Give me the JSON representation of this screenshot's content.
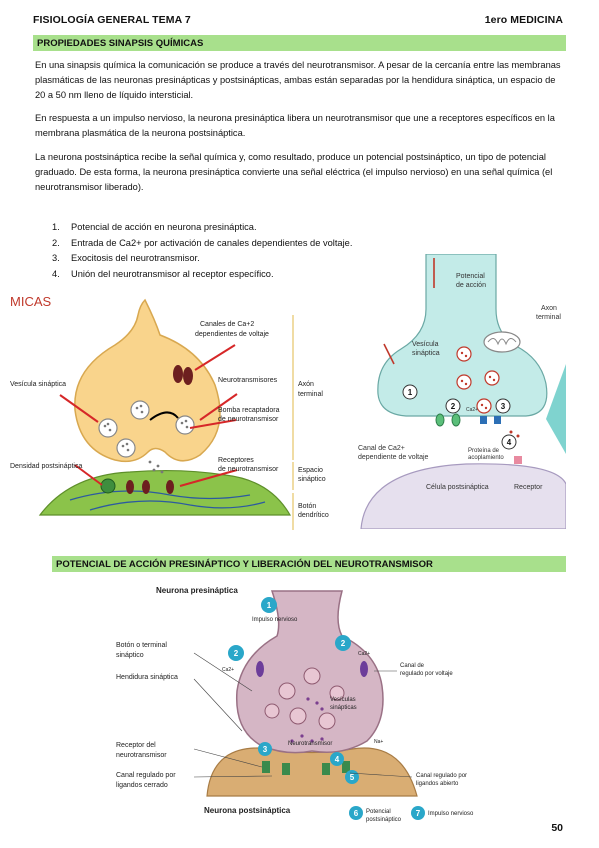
{
  "header": {
    "left": "FISIOLOGÍA GENERAL TEMA 7",
    "right": "1ero MEDICINA"
  },
  "section1": {
    "title": "PROPIEDADES SINAPSIS QUÍMICAS",
    "paragraphs": [
      "En una sinapsis química la comunicación se produce a través del neurotransmisor. A pesar de la cercanía entre las membranas plasmáticas de las neuronas presinápticas y postsinápticas, ambas están separadas por la hendidura sináptica, un espacio de 20 a 50 nm lleno de líquido intersticial.",
      "En respuesta a un impulso nervioso, la neurona presináptica libera un neurotransmisor que une a receptores específicos en la membrana plasmática de la neurona postsináptica.",
      "La neurona postsináptica recibe la señal química y, como resultado, produce un potencial postsináptico, un tipo de potencial graduado. De esta forma, la neurona presináptica convierte una señal eléctrica (el impulso nervioso) en una señal química (el neurotransmisor liberado)."
    ],
    "steps": [
      {
        "num": "1.",
        "text": "Potencial de acción en neurona presináptica."
      },
      {
        "num": "2.",
        "text": "Entrada de Ca2+ por activación de canales dependientes de voltaje."
      },
      {
        "num": "3.",
        "text": "Exocitosis del neurotransmisor."
      },
      {
        "num": "4.",
        "text": "Unión del neurotransmisor al receptor específico."
      }
    ]
  },
  "figure_left": {
    "corner_text": "MICAS",
    "labels": {
      "canales": [
        "Canales de Ca+2",
        "dependientes de voltaje"
      ],
      "vesicula": "Vesícula sináptica",
      "neurotransmisores": "Neurotransmisores",
      "axon": [
        "Axón",
        "terminal"
      ],
      "bomba": [
        "Bomba recaptadora",
        "de neurotransmisor"
      ],
      "densidad": "Densidad postsináptica",
      "receptores": [
        "Receptores",
        "de neurotransmisor"
      ],
      "espacio": [
        "Espacio",
        "sináptico"
      ],
      "boton": [
        "Botón",
        "dendrítico"
      ]
    }
  },
  "figure_right": {
    "labels": {
      "potencial": [
        "Potencial",
        "de acción"
      ],
      "axon": [
        "Axon",
        "terminal"
      ],
      "vesicula": [
        "Vesícula",
        "sináptica"
      ],
      "canal": [
        "Canal de Ca2+",
        "dependiente de voltaje"
      ],
      "proteina": [
        "Proteína de",
        "acoplamiento"
      ],
      "celula": "Célula postsináptica",
      "receptor": "Receptor",
      "ca": "Ca2+"
    },
    "steps": [
      "1",
      "2",
      "3",
      "4"
    ]
  },
  "section2": {
    "title": "POTENCIAL DE ACCIÓN PRESINÁPTICO Y LIBERACIÓN DEL NEUROTRANSMISOR"
  },
  "figure_bottom": {
    "labels": {
      "presinaptica": "Neurona presináptica",
      "impulso": "Impulso nervioso",
      "boton": [
        "Botón o terminal",
        "sináptico"
      ],
      "hendidura": "Hendidura sináptica",
      "canal_voltaje": [
        "Canal de",
        "regulado por voltaje"
      ],
      "vesiculas": [
        "Vesículas",
        "sinápticas"
      ],
      "neurotransmisor": "Neurotransmisor",
      "receptor": [
        "Receptor del",
        "neurotransmisor"
      ],
      "canal_cerrado": [
        "Canal regulado por",
        "ligandos cerrado"
      ],
      "canal_abierto": [
        "Canal regulado por",
        "ligandos abierto"
      ],
      "postsinaptica": "Neurona postsináptica",
      "potencial_post": [
        "Potencial",
        "postsináptico"
      ],
      "impulso2": "Impulso nervioso",
      "ca": "Ca2+",
      "na": "Na+"
    },
    "steps": [
      "1",
      "2",
      "2",
      "3",
      "4",
      "5",
      "6",
      "7"
    ]
  },
  "page_number": "50",
  "colors": {
    "band": "#a8e08c",
    "terminal": "#f9d48c",
    "dendrite": "#8bc34a",
    "cyan_terminal": "#c3ebe8",
    "step_badge": "#2aa7c9"
  }
}
